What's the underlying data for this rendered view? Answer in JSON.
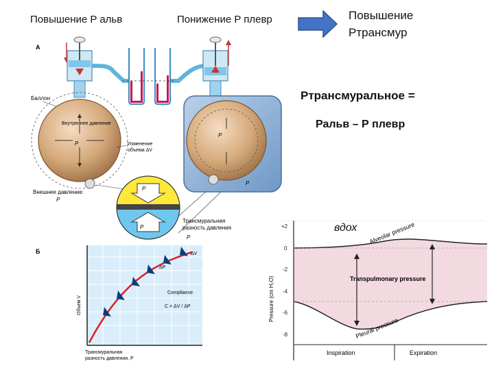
{
  "headers": {
    "increase_p_alv": "Повышение P альв",
    "decrease_p_pleur": "Понижение P плевр",
    "increase_p_transmur_line1": "Повышение",
    "increase_p_transmur_line2": "Ртрансмур"
  },
  "formula": {
    "line1": "Ртрансмуральное =",
    "line2": "Ральв – Р плевр"
  },
  "panel_a": {
    "letter": "А",
    "balloon": "Баллон",
    "inner_pressure": "Внутреннее давление",
    "p_in": "P",
    "volume_change_line1": "Изменение",
    "volume_change_line2": "объема ΔV",
    "outer_pressure": "Внешнее давление:",
    "outer_eq": "P",
    "right_balloon_label": "P",
    "p_out_label": "P",
    "dome_top": "P",
    "dome_bottom": "P",
    "transmural_line1": "Трансмуральная",
    "transmural_line2": "разность давления",
    "transmural_eq": "P"
  },
  "panel_b": {
    "letter": "Б",
    "y_axis": "Объем V",
    "x_axis_line1": "Трансмуральная",
    "x_axis_line2": "разность давления, P",
    "dv": "ΔV",
    "dp": "ΔP",
    "compliance": "Compliance",
    "c_eq": "C = ΔV / ΔP"
  },
  "right_chart": {
    "annotation": "вдох",
    "ylabel": "Pressure (cm H₂O)",
    "yticks": [
      "+2",
      "0",
      "-2",
      "-4",
      "-6",
      "-8"
    ],
    "alveolar": "Alveolar pressure",
    "transpulmonary": "Transpulmonary pressure",
    "pleural": "Pleural pressure",
    "inspiration": "Inspiration",
    "expiration": "Expiration"
  },
  "colors": {
    "arrow_blue": "#4472c4",
    "balloon_tan": "#c79a6a",
    "box_blue": "#8fb2d8",
    "tube_blue": "#5fb4d8",
    "dome_yellow": "#ffe83a",
    "dome_blue": "#6fc7ee",
    "chart_fill": "#f3d9e0",
    "curve_red": "#d9202b"
  }
}
